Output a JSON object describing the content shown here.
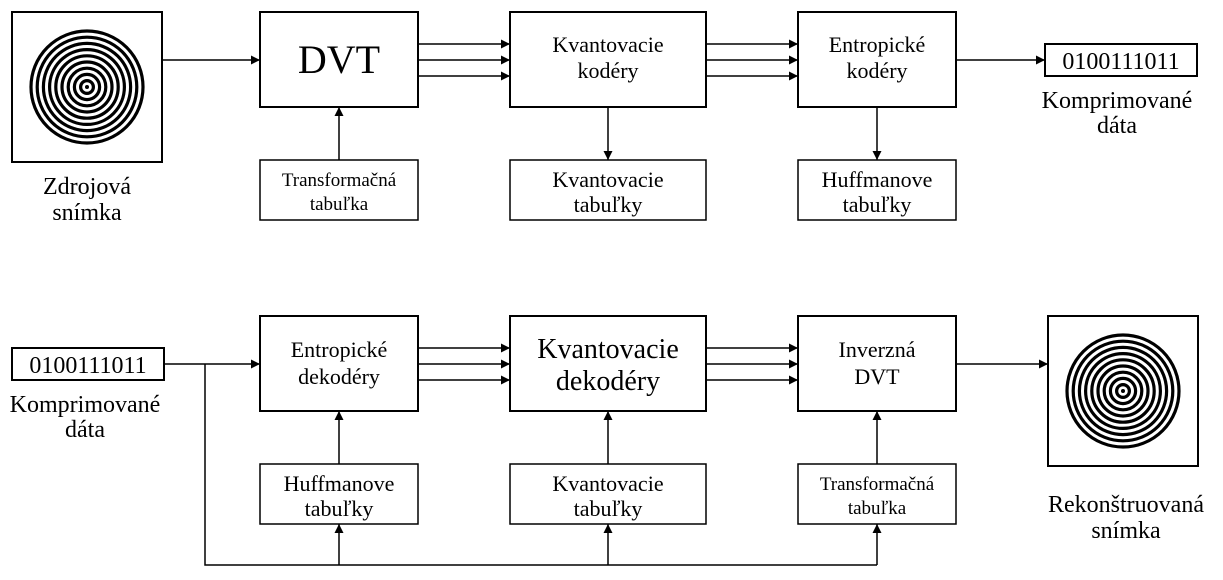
{
  "encoder": {
    "source_label_1": "Zdrojová",
    "source_label_2": "snímka",
    "dvt": "DVT",
    "quant_1": "Kvantovacie",
    "quant_2": "kodéry",
    "entropy_1": "Entropické",
    "entropy_2": "kodéry",
    "output_bits": "0100111011",
    "output_label_1": "Komprimované",
    "output_label_2": "dáta",
    "transform_table_1": "Transformačná",
    "transform_table_2": "tabuľka",
    "quant_table_1": "Kvantovacie",
    "quant_table_2": "tabuľky",
    "huffman_table_1": "Huffmanove",
    "huffman_table_2": "tabuľky"
  },
  "decoder": {
    "input_bits": "0100111011",
    "input_label_1": "Komprimované",
    "input_label_2": "dáta",
    "entropy_1": "Entropické",
    "entropy_2": "dekodéry",
    "quant_1": "Kvantovacie",
    "quant_2": "dekodéry",
    "inverse_1": "Inverzná",
    "inverse_2": "DVT",
    "output_label_1": "Rekonštruovaná",
    "output_label_2": "snímka",
    "huffman_table_1": "Huffmanove",
    "huffman_table_2": "tabuľky",
    "quant_table_1": "Kvantovacie",
    "quant_table_2": "tabuľky",
    "transform_table_1": "Transformačná",
    "transform_table_2": "tabuľka"
  }
}
